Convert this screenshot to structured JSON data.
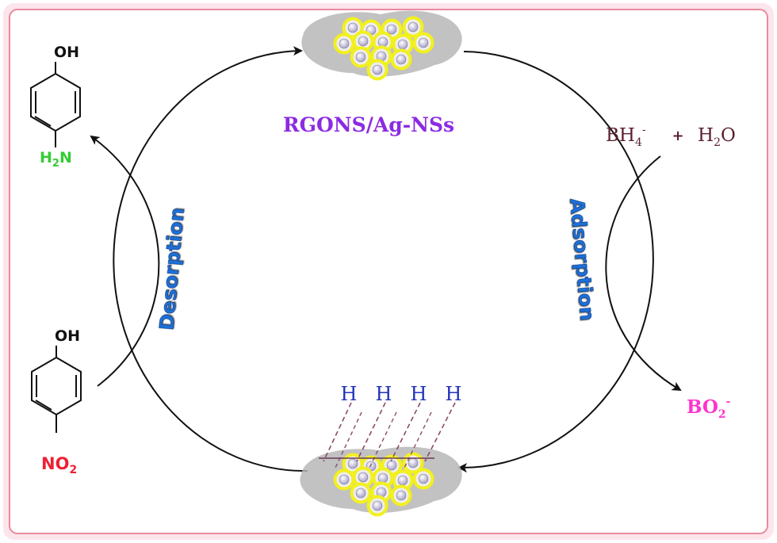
{
  "catalyst_label": "RGONS/Ag-NSs",
  "cycle": {
    "left_arc_label": "Desorption",
    "right_arc_label": "Adsorption"
  },
  "reactants": {
    "borohydride": "BH",
    "borohydride_sub": "4",
    "borohydride_sup": "-",
    "plus": "+",
    "water": "H",
    "water_sub": "2",
    "water_tail": "O",
    "borate": "BO",
    "borate_sub": "2",
    "borate_sup": "-"
  },
  "product_molecule": {
    "top_group": "OH",
    "bottom_group": "H",
    "bottom_sub": "2",
    "bottom_tail": "N"
  },
  "substrate_molecule": {
    "top_group": "OH",
    "bottom_group": "NO",
    "bottom_sub": "2"
  },
  "hydrogen_atoms": [
    "H",
    "H",
    "H",
    "H"
  ],
  "colors": {
    "frame": "#e88a9e",
    "catalyst_label": "#8b2be2",
    "reagent_text": "#5a1e2e",
    "borate": "#ff33cc",
    "amine_group": "#33cc33",
    "nitro_group": "#ee2233",
    "hydrogen": "#2233bb",
    "arc_label": "#1e6fd9",
    "nanoparticle_ring": "#f2f01e",
    "nanoparticle_core": "#b9b3d2"
  }
}
